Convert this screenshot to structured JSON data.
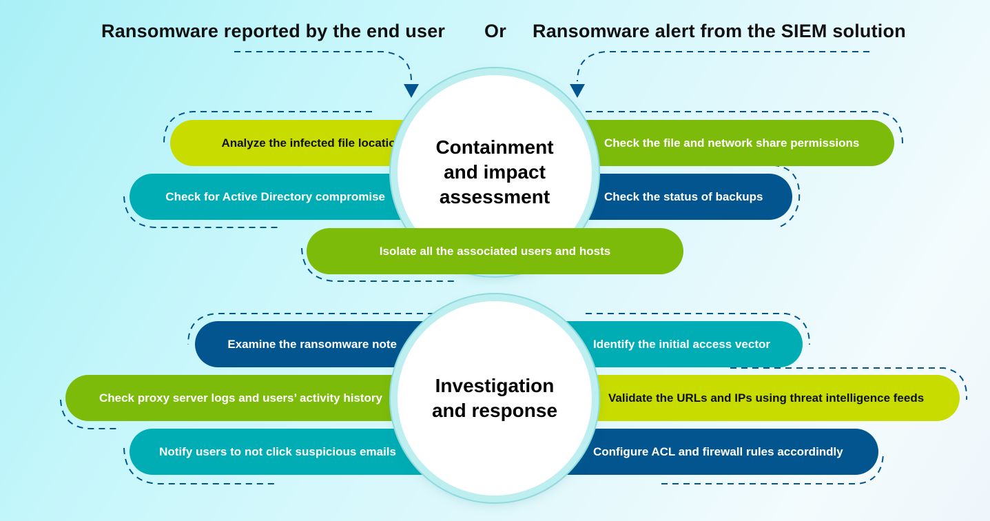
{
  "header": {
    "left": "Ransomware reported by the end user",
    "or": "Or",
    "right": "Ransomware alert from the SIEM solution"
  },
  "containment": {
    "title": "Containment and impact assessment",
    "items": [
      "Analyze the infected file location",
      "Check the file and network share permissions",
      "Check for Active Directory compromise",
      "Check the status of backups",
      "Isolate all the associated users and hosts"
    ]
  },
  "investigation": {
    "title": "Investigation and response",
    "items": [
      "Examine the ransomware note",
      "Identify the initial access vector",
      "Check proxy server logs and users’ activity history",
      "Validate the URLs and IPs using threat intelligence feeds",
      "Notify users to not click suspicious emails",
      "Configure ACL and firewall rules accordindly"
    ]
  },
  "colors": {
    "lime": "#c8dc00",
    "green": "#7dbb0a",
    "teal": "#00adb5",
    "navy": "#02558f"
  }
}
